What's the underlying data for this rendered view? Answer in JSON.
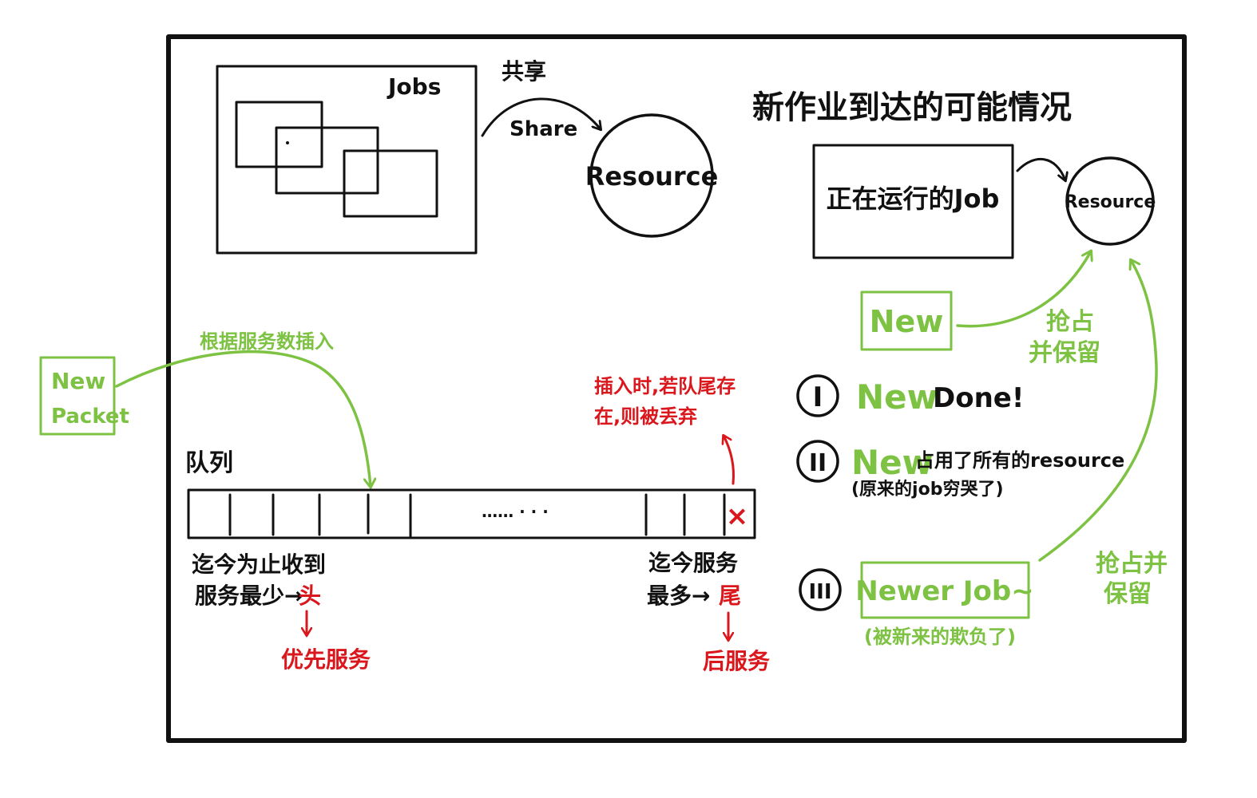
{
  "colors": {
    "ink": "#111111",
    "accent_green": "#7dc242",
    "accent_red": "#d9171c",
    "background": "#ffffff"
  },
  "top_left": {
    "jobs_label": "Jobs",
    "shared_label": "共享",
    "share_label": "Share",
    "resource_label": "Resource"
  },
  "top_right": {
    "title": "新作业到达的可能情况",
    "running_job_label": "正在运行的Job",
    "resource_label": "Resource"
  },
  "preempt": {
    "new_label": "New",
    "preempt_keep_line1": "抢占",
    "preempt_keep_line2": "并保留"
  },
  "cases": {
    "case1": {
      "numeral": "I",
      "new": "New",
      "text": "Done!"
    },
    "case2": {
      "numeral": "II",
      "new": "New",
      "text": "占用了所有的resource",
      "note": "(原来的job穷哭了)"
    },
    "case3": {
      "numeral": "III",
      "label": "Newer Job~",
      "note": "(被新来的欺负了)",
      "preempt_line1": "抢占并",
      "preempt_line2": "保留"
    }
  },
  "queue": {
    "packet_line1": "New",
    "packet_line2": "Packet",
    "insert_by_service": "根据服务数插入",
    "queue_label": "队列",
    "ellipsis": "…… · · ·",
    "drop_mark": "×",
    "drop_note_line1": "插入时,若队尾存",
    "drop_note_line2": "在,则被丢弃",
    "head_line1": "迄今为止收到",
    "head_line2": "服务最少→",
    "head_end": "头",
    "head_result": "优先服务",
    "tail_line1": "迄今服务",
    "tail_line2": "最多→",
    "tail_end": "尾",
    "tail_result": "后服务"
  }
}
